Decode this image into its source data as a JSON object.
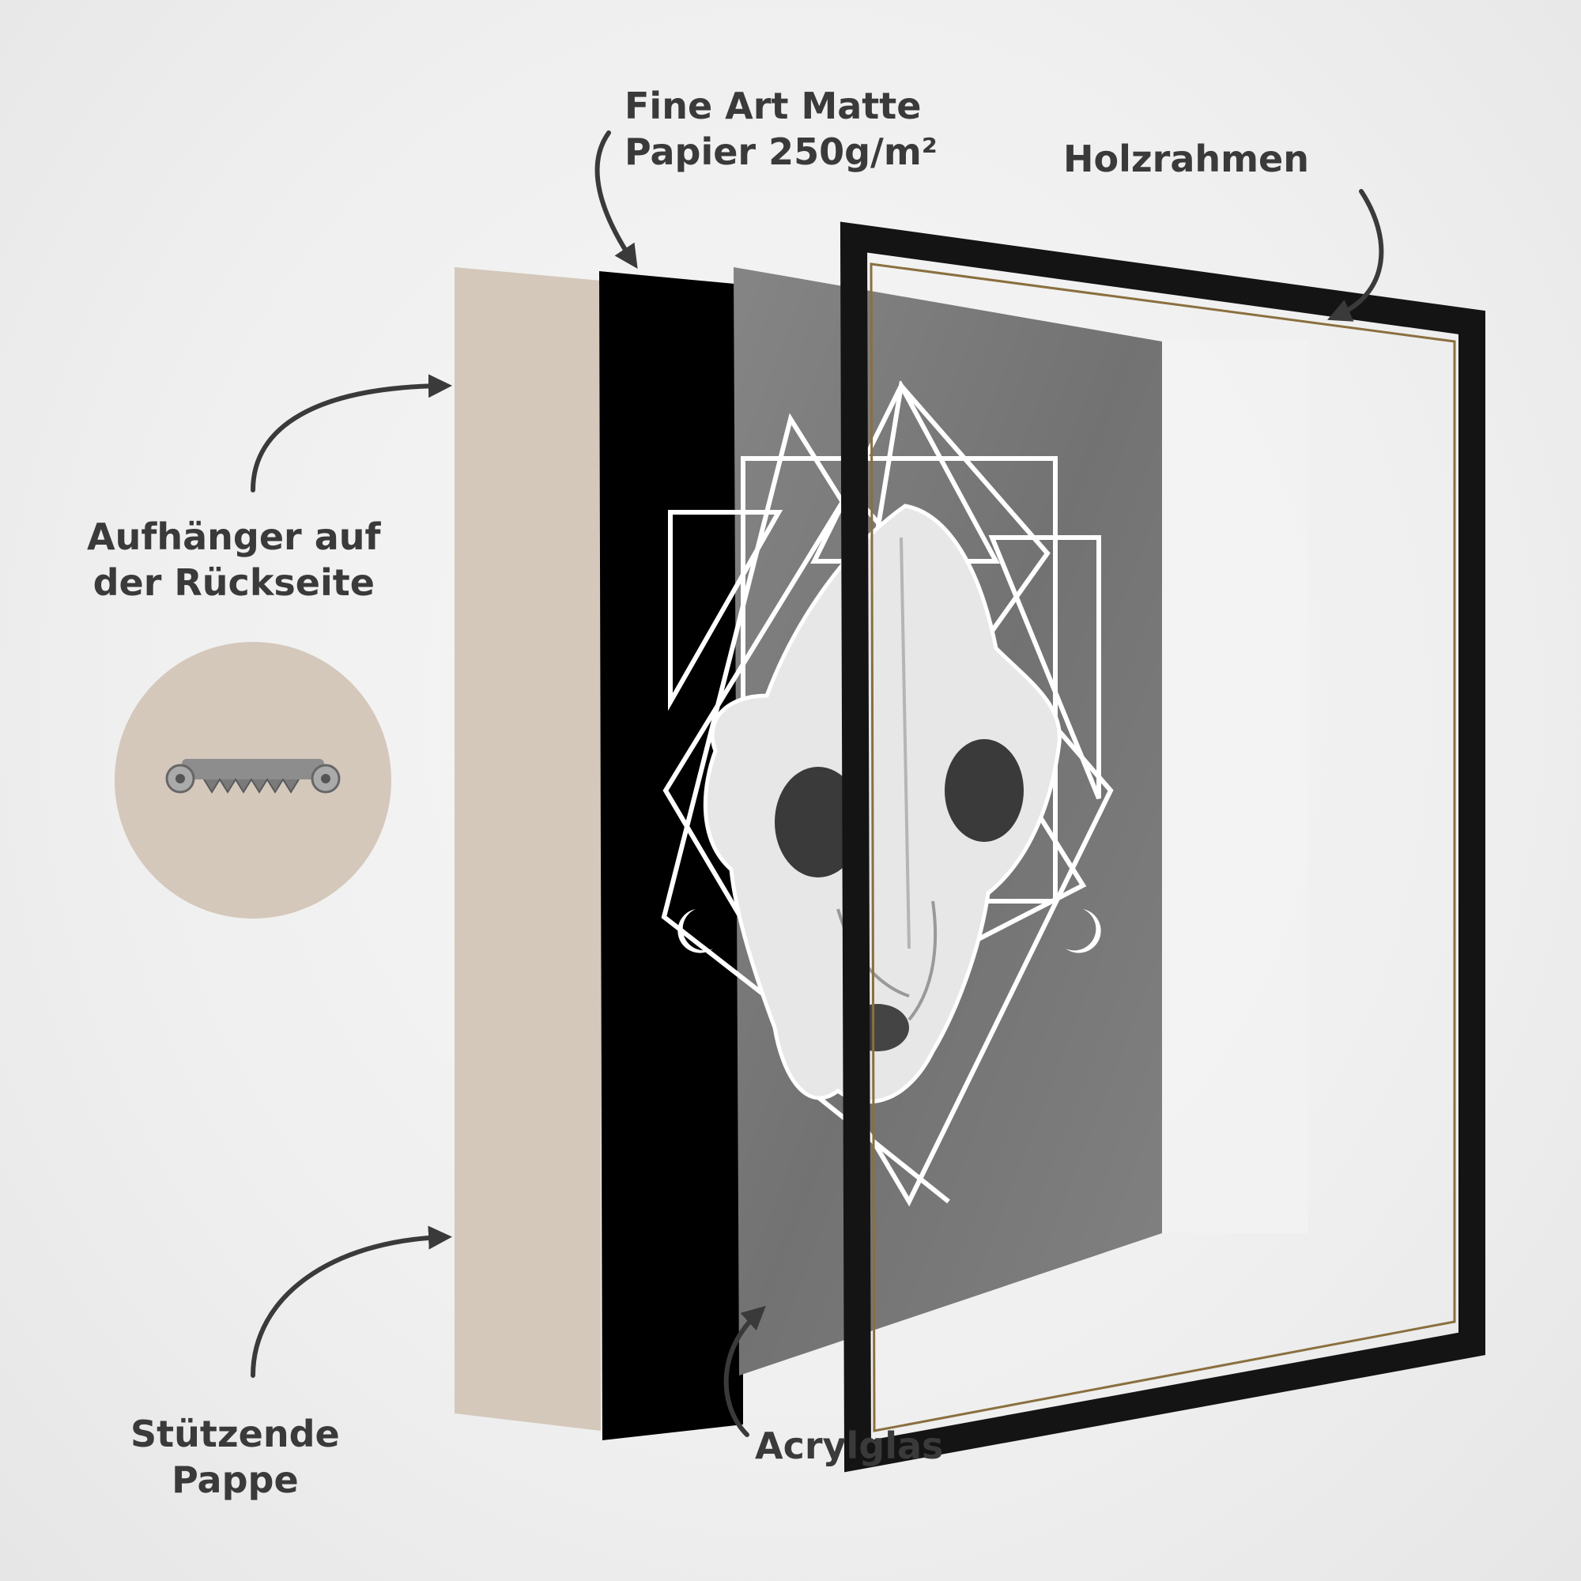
{
  "labels": {
    "paper_line1": "Fine Art Matte",
    "paper_line2": "Papier 250g/m²",
    "frame": "Holzrahmen",
    "hanger_line1": "Aufhänger auf",
    "hanger_line2": "der Rückseite",
    "backing_line1": "Stützende",
    "backing_line2": "Pappe",
    "glass": "Acrylglas"
  },
  "colors": {
    "cardboard": "#d8cbbd",
    "paper": "#000000",
    "frame": "#141414",
    "acrylic": "#6b6b6b",
    "text": "#3a3a3a",
    "arrow": "#3a3a3a"
  },
  "icons": {
    "hanger": "sawtooth-hanger-icon",
    "artwork": "skull-geometric-artwork"
  }
}
